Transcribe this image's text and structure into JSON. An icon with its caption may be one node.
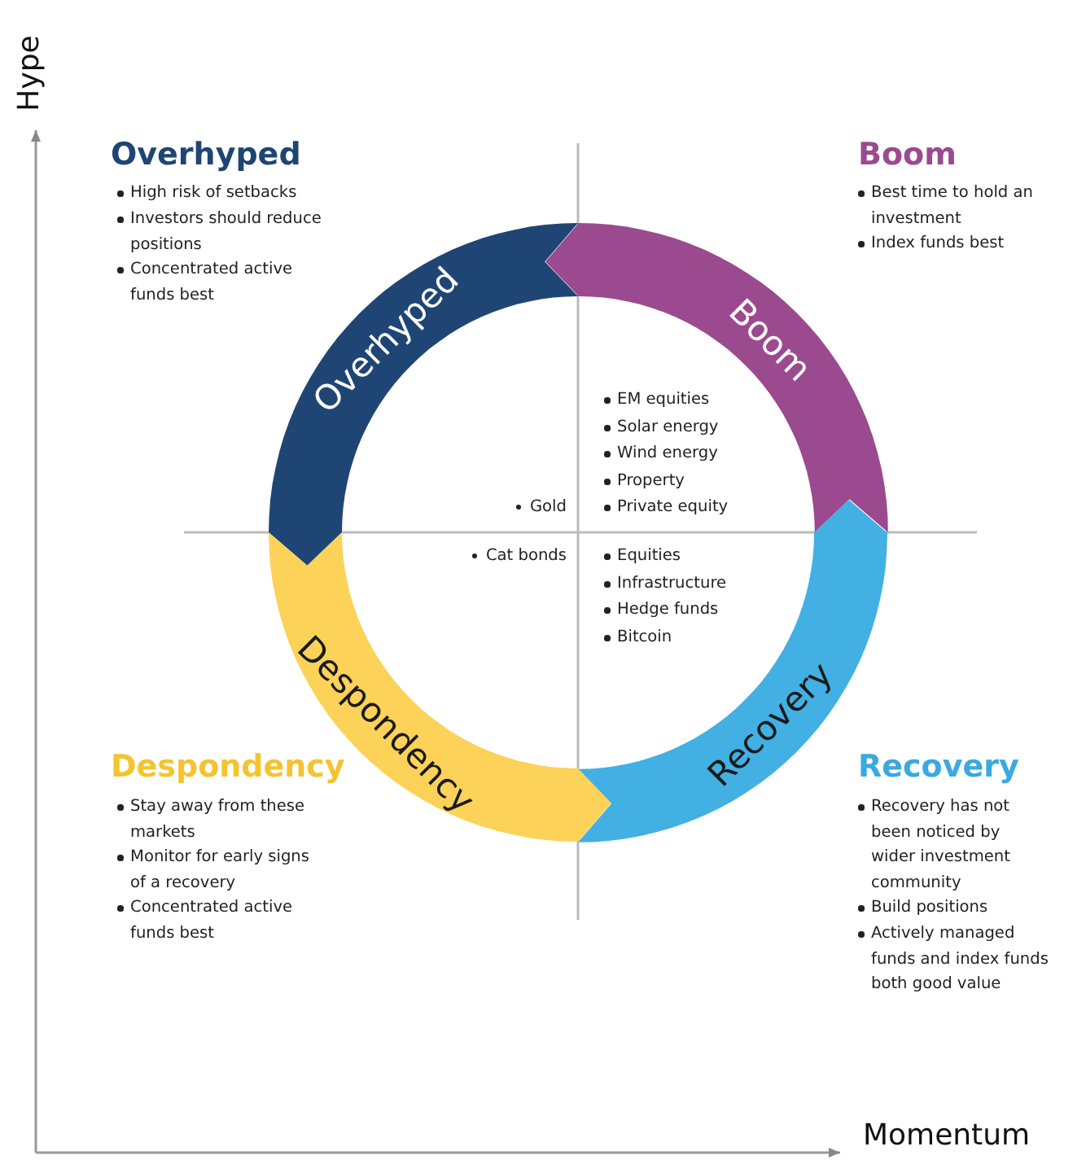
{
  "diagram": {
    "nodes": [
      {
        "text": [
          "Overhyped"
        ]
      },
      {
        "text": [
          "Boom"
        ]
      },
      {
        "text": [
          "Recovery"
        ]
      },
      {
        "text": [
          "Despondency"
        ]
      }
    ],
    "labels": [
      "Hype",
      "Overhyped",
      "High risk of setbacks",
      "Investors should reduce positions",
      "Concentrated active funds best",
      "Boom",
      "Best time to hold an investment",
      "Index funds best",
      "EM equities",
      "Solar energy",
      "Wind energy",
      "Property",
      "Private equity",
      "Gold",
      "Cat bonds",
      "Equities",
      "Infrastructure",
      "Hedge funds",
      "Bitcoin",
      "Despondency",
      "Stay away from these markets",
      "Monitor for early signs of a recovery",
      "Concentrated active funds best",
      "Recovery",
      "Recovery has not been noticed by wider investment community",
      "Build positions",
      "Actively managed funds and index funds both good value",
      "Momentum"
    ]
  }
}
